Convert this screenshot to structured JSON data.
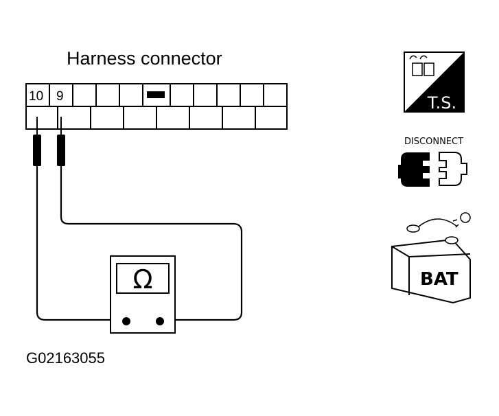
{
  "diagram": {
    "title": "Harness connector",
    "pin_left": "10",
    "pin_right": "9",
    "meter_symbol": "Ω",
    "figure_code": "G02163055"
  },
  "icons": {
    "ts_label": "T.S.",
    "disconnect_label": "DISCONNECT",
    "battery_label": "BAT"
  }
}
